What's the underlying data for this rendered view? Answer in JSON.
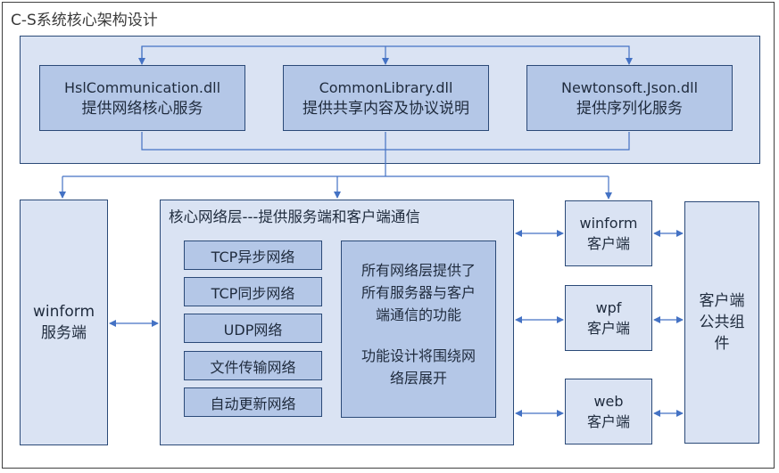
{
  "title": "C-S系统核心架构设计",
  "libraries": [
    {
      "name": "HslCommunication.dll",
      "desc": "提供网络核心服务"
    },
    {
      "name": "CommonLibrary.dll",
      "desc": "提供共享内容及协议说明"
    },
    {
      "name": "Newtonsoft.Json.dll",
      "desc": "提供序列化服务"
    }
  ],
  "server": {
    "line1": "winform",
    "line2": "服务端"
  },
  "core": {
    "title": "核心网络层---提供服务端和客户端通信",
    "networks": [
      "TCP异步网络",
      "TCP同步网络",
      "UDP网络",
      "文件传输网络",
      "自动更新网络"
    ],
    "note_line1": "所有网络层提供了",
    "note_line2": "所有服务器与客户",
    "note_line3": "端通信的功能",
    "note_line4": "功能设计将围绕网",
    "note_line5": "络层展开"
  },
  "clients": [
    {
      "line1": "winform",
      "line2": "客户端"
    },
    {
      "line1": "wpf",
      "line2": "客户端"
    },
    {
      "line1": "web",
      "line2": "客户端"
    }
  ],
  "common": {
    "line1": "客户端",
    "line2": "公共组",
    "line3": "件"
  },
  "colors": {
    "line": "#4472c4",
    "border": "#2b4a78",
    "light_fill": "#dae3f3",
    "mid_fill": "#b4c7e7"
  }
}
